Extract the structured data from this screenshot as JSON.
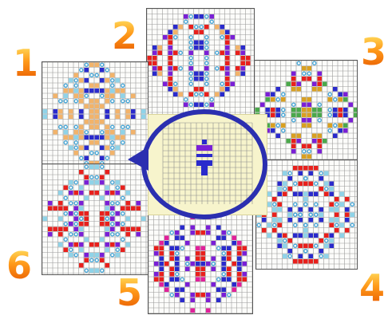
{
  "labels": [
    "1",
    "2",
    "3",
    "4",
    "5",
    "6"
  ],
  "colors": {
    "grid_line": "#9a9a9a",
    "panel_bg": "#fcfcfa",
    "orange": "#f2b36a",
    "light_blue": "#8fd3e8",
    "blue_ring": "#4aa8d8",
    "dark_blue": "#2a2acc",
    "purple": "#7a1fd6",
    "red": "#e8201c",
    "magenta": "#e0209a",
    "green": "#4aa84a",
    "gold": "#d9a020",
    "circle_stroke": "#2b2fb0",
    "center_bg": "#f7f4cc"
  }
}
